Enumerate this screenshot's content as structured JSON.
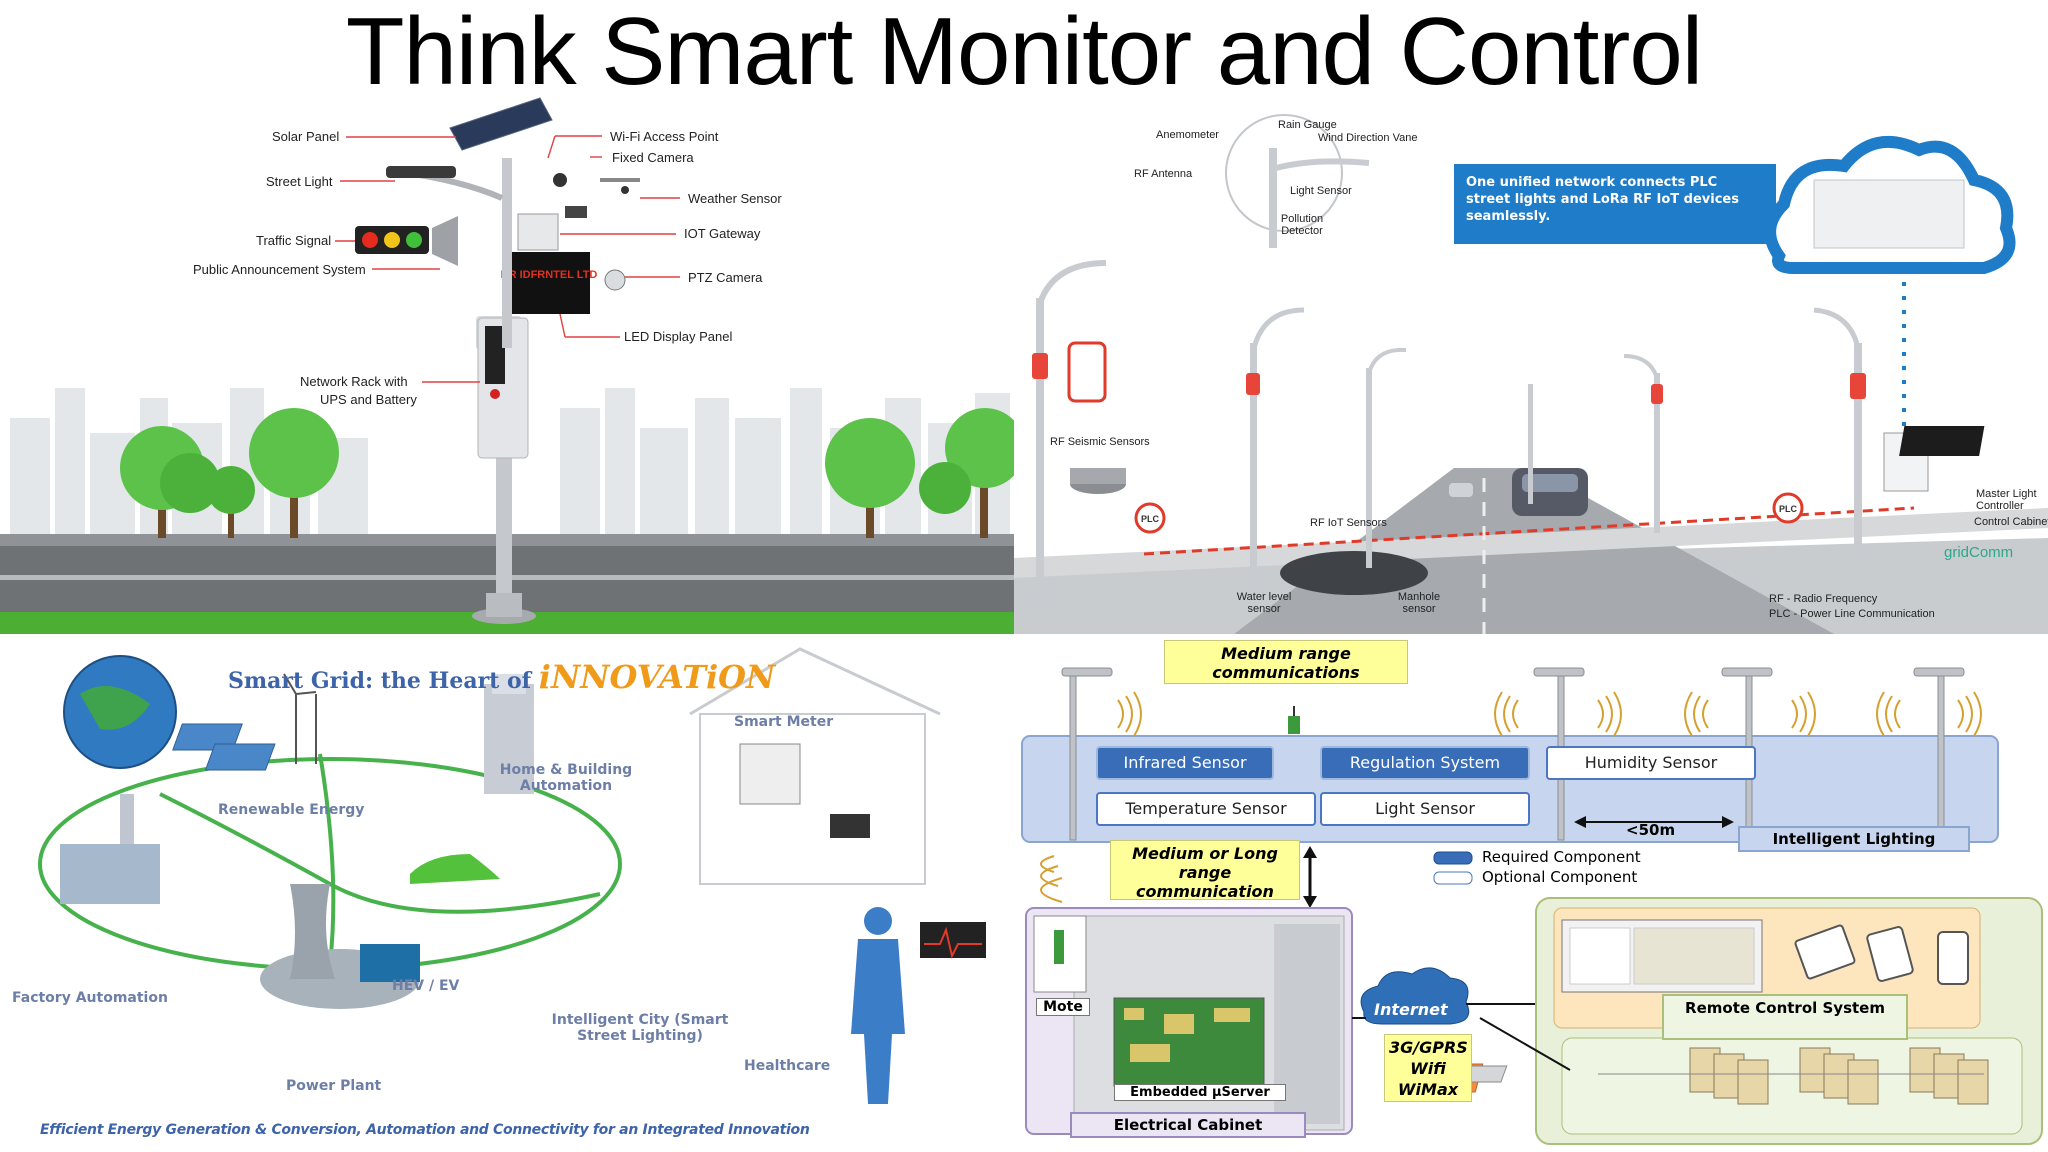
{
  "title": "Think Smart Monitor and Control",
  "pole": {
    "labels_left": [
      "Solar Panel",
      "Street Light",
      "Traffic Signal",
      "Public Announcement  System",
      "Network  Rack with",
      "UPS and Battery"
    ],
    "labels_right": [
      "Wi-Fi Access Point",
      "Fixed Camera",
      "Weather Sensor",
      "IOT Gateway",
      "PTZ Camera",
      "LED Display Panel"
    ],
    "display_text": "BR IDFRNTEL LTD"
  },
  "street": {
    "callout": "One unified network connects PLC street lights and LoRa RF IoT devices seamlessly.",
    "labels": [
      "Anemometer",
      "Rain Gauge",
      "Wind Direction Vane",
      "RF Antenna",
      "Light Sensor",
      "Pollution Detector",
      "RF Seismic Sensors",
      "RF IoT Sensors",
      "Water level sensor",
      "Manhole sensor",
      "Master Light Controller",
      "Control Cabinet",
      "gridComm",
      "PLC",
      "RF  - Radio Frequency",
      "PLC  - Power Line Communication"
    ]
  },
  "grid": {
    "heading_prefix": "Smart Grid: the Heart of ",
    "heading_em": "iNNOVATiON",
    "labels": [
      "Smart Meter",
      "Home & Building Automation",
      "Renewable Energy",
      "Factory Automation",
      "HEV / EV",
      "Intelligent City (Smart Street Lighting)",
      "Power Plant",
      "Healthcare"
    ],
    "footer": "Efficient  Energy Generation & Conversion, Automation and Connectivity for an Integrated Innovation"
  },
  "iot": {
    "medium_range": "Medium range communications",
    "long_range": "Medium or Long range communication",
    "components": {
      "infrared": "Infrared Sensor",
      "regulation": "Regulation System",
      "humidity": "Humidity Sensor",
      "temperature": "Temperature Sensor",
      "light": "Light Sensor"
    },
    "distance": "<50m",
    "intelligent_lighting": "Intelligent Lighting",
    "legend_required": "Required Component",
    "legend_optional": "Optional Component",
    "mote": "Mote",
    "embedded": "Embedded  µServer",
    "cabinet": "Electrical Cabinet",
    "internet": "Internet",
    "networks": "3G/GPRS Wifi WiMax",
    "remote": "Remote Control System"
  }
}
